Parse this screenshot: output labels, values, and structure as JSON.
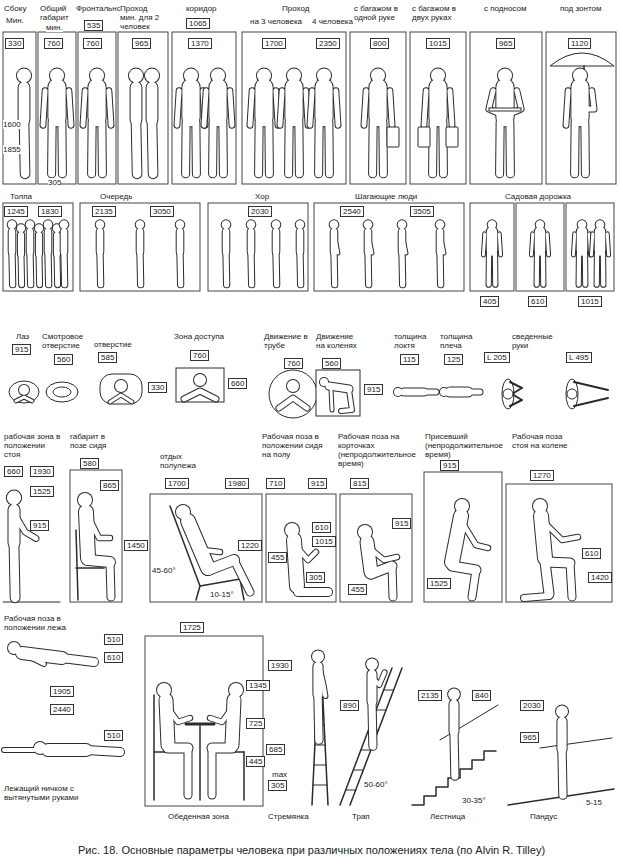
{
  "diagram": {
    "caption": "Рис. 18. Основные параметры человека при различных положениях тела (по Alvin R. Tilley)",
    "labels": [
      "Сбоку",
      "Мин.",
      "330",
      "Общий габарит",
      "мин.",
      "760",
      "Фронтально",
      "535",
      "760",
      "Проход мин. для 2 человек",
      "965",
      "коридор",
      "1065",
      "1370",
      "Проход",
      "на 3 человека",
      "4 человека",
      "1700",
      "2350",
      "с багажом в одной руке",
      "800",
      "с багажом в двух руках",
      "1015",
      "с подносом",
      "965",
      "под зонтом",
      "1120",
      "1600",
      "1855",
      "305",
      "Толпа",
      "1245",
      "1830",
      "Очередь",
      "2135",
      "3050",
      "Хор",
      "2030",
      "Шагающие люди",
      "2540",
      "3505",
      "Садовая дорожка",
      "405",
      "610",
      "1015",
      "Лаз",
      "915",
      "Смотровое отверстие",
      "560",
      "отверстие",
      "585",
      "330",
      "Зона доступа",
      "760",
      "660",
      "Движение в трубе",
      "760",
      "Движение на коленях",
      "560",
      "915",
      "толщина локтя",
      "115",
      "толщина плеча",
      "125",
      "L 205",
      "сведенные руки",
      "L 495",
      "рабочая зона в положении стоя",
      "660",
      "1930",
      "1525",
      "915",
      "габарит в позе сидя",
      "580",
      "865",
      "1450",
      "отдых полулежа",
      "1700",
      "1980",
      "1220",
      "45-60°",
      "10-15°",
      "Рабочая поза в положении сидя на полу",
      "710",
      "915",
      "455",
      "610",
      "1015",
      "305",
      "Рабочая поза на корточках (непродолжительное время)",
      "815",
      "915",
      "455",
      "Присевший (непродолжительное время)",
      "915",
      "1525",
      "Рабочая поза стоя на колене",
      "1270",
      "610",
      "1420",
      "Рабочая поза в положении лежа",
      "510",
      "610",
      "1905",
      "2440",
      "510",
      "Лежащий ничком с вытянутыми руками",
      "1725",
      "1345",
      "725",
      "445",
      "Обеденная зона",
      "1930",
      "685",
      "max",
      "305",
      "Стремянка",
      "890",
      "50-60°",
      "Трап",
      "2135",
      "840",
      "30-35°",
      "Лестница",
      "2030",
      "965",
      "5-15",
      "Пандус"
    ]
  }
}
